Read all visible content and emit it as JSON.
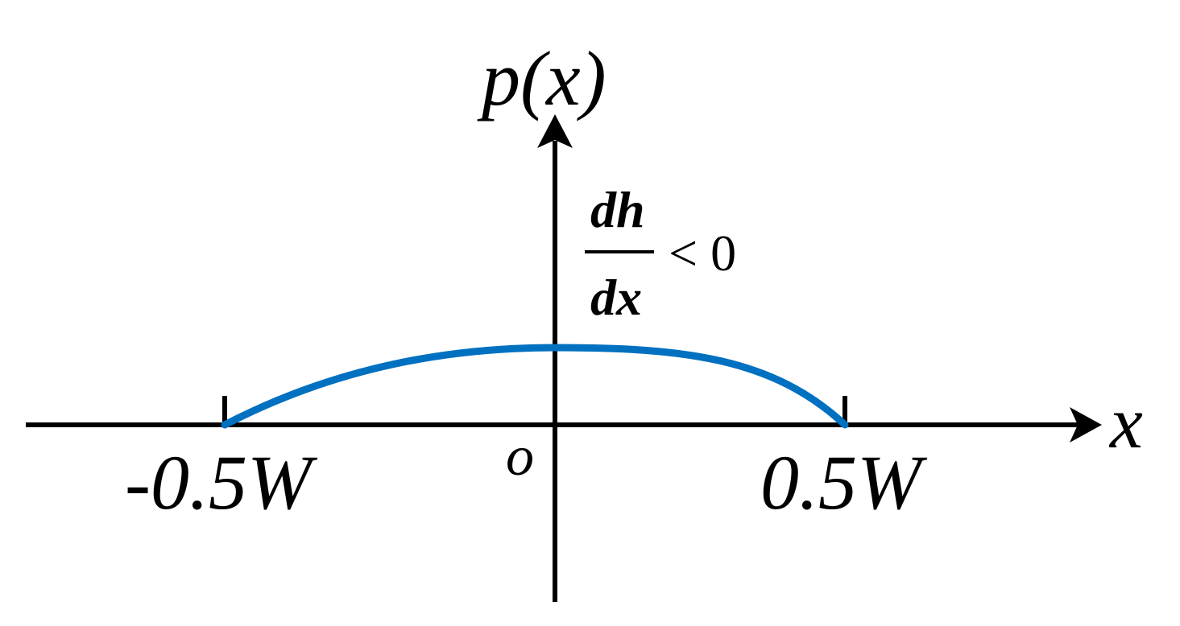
{
  "diagram": {
    "y_axis_label": "p(x)",
    "x_axis_label": "x",
    "origin_label": "o",
    "left_tick_label": "-0.5W",
    "right_tick_label": "0.5W",
    "annotation": {
      "numerator": "dh",
      "denominator": "dx",
      "relation": "< 0"
    },
    "curve_color": "#0070C0",
    "axis_color": "#000000"
  }
}
